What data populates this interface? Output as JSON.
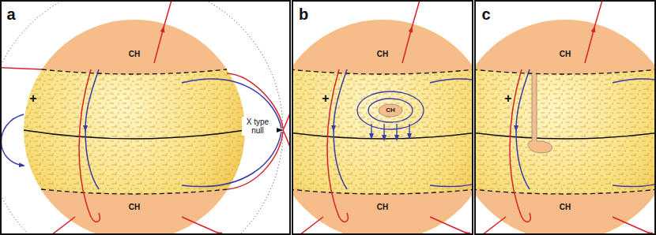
{
  "diagram": {
    "labels": [
      "a",
      "CH",
      "+",
      "X type null",
      "CH",
      "b",
      "CH",
      "+",
      "CH",
      "CH",
      "c",
      "CH",
      "+",
      "CH"
    ]
  }
}
